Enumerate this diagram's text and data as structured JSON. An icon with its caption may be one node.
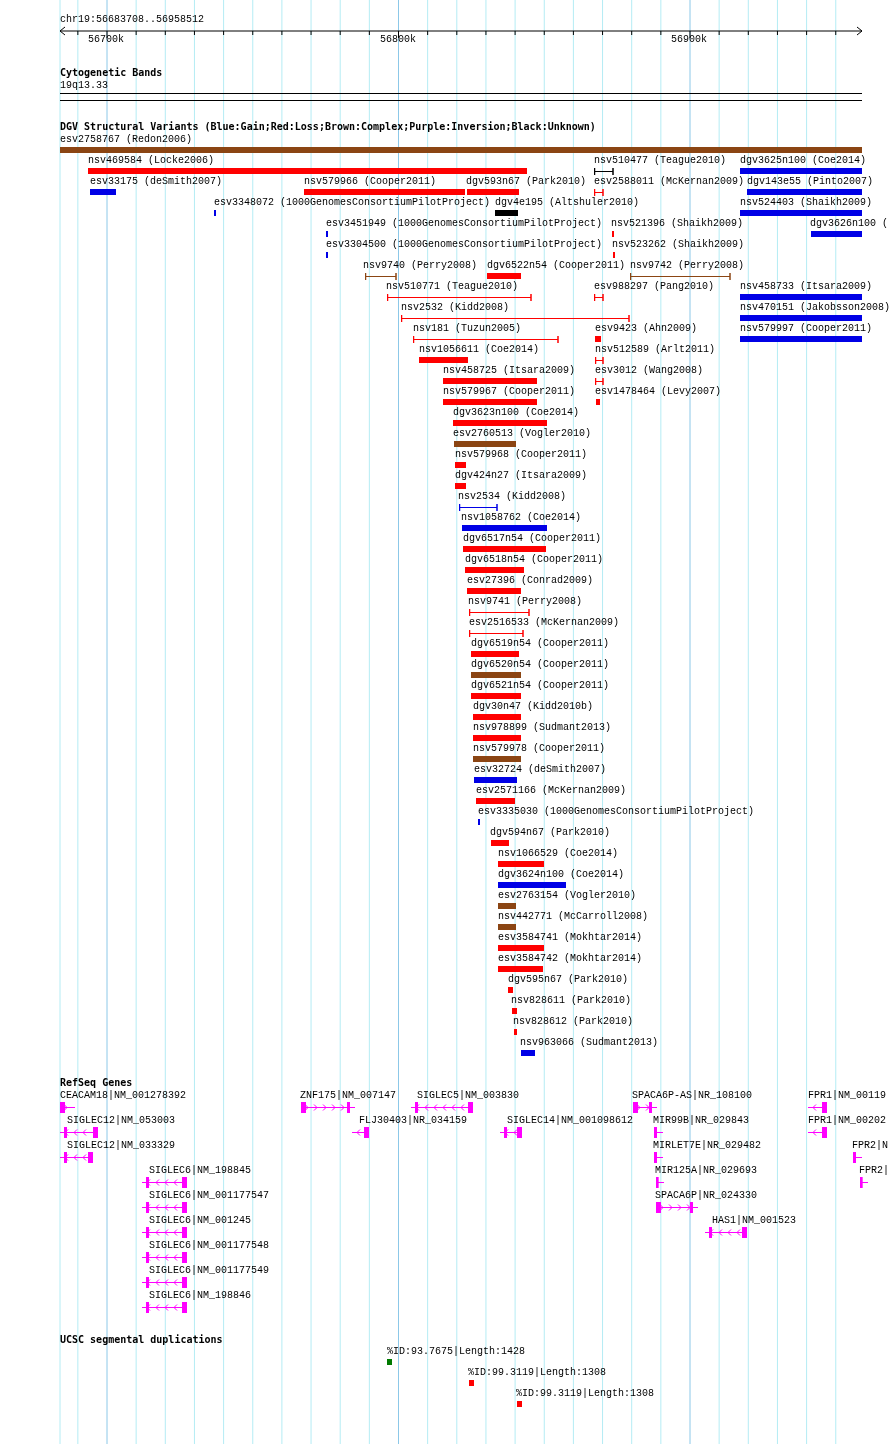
{
  "diagram": {
    "labels": [
      "chr19:56683708..56958512",
      "56700k",
      "56800k",
      "56900k",
      "Cytogenetic Bands",
      "19q13.33",
      "DGV Structural Variants (Blue:Gain;Red:Loss;Brown:Complex;Purple:Inversion;Black:Unknown)",
      "esv2758767 (Redon2006)",
      "nsv469584 (Locke2006)",
      "nsv510477 (Teague2010)",
      "dgv3625n100 (Coe2014)",
      "esv33175 (deSmith2007)",
      "nsv579966 (Cooper2011)",
      "dgv593n67 (Park2010)",
      "esv2588011 (McKernan2009)",
      "dgv143e55 (Pinto2007)",
      "esv3348072 (1000GenomesConsortiumPilotProject)",
      "dgv4e195 (Altshuler2010)",
      "nsv524403 (Shaikh2009)",
      "esv3451949 (1000GenomesConsortiumPilotProject)",
      "nsv521396 (Shaikh2009)",
      "dgv3626n100 (",
      "esv3304500 (1000GenomesConsortiumPilotProject)",
      "nsv523262 (Shaikh2009)",
      "nsv9740 (Perry2008)",
      "dgv6522n54 (Cooper2011)",
      "nsv9742 (Perry2008)",
      "nsv510771 (Teague2010)",
      "esv988297 (Pang2010)",
      "nsv458733 (Itsara2009)",
      "nsv2532 (Kidd2008)",
      "nsv470151 (Jakobsson2008)",
      "nsv181 (Tuzun2005)",
      "esv9423 (Ahn2009)",
      "nsv579997 (Cooper2011)",
      "nsv1056611 (Coe2014)",
      "nsv512589 (Arlt2011)",
      "nsv458725 (Itsara2009)",
      "esv3012 (Wang2008)",
      "nsv579967 (Cooper2011)",
      "esv1478464 (Levy2007)",
      "dgv3623n100 (Coe2014)",
      "esv2760513 (Vogler2010)",
      "nsv579968 (Cooper2011)",
      "dgv424n27 (Itsara2009)",
      "nsv2534 (Kidd2008)",
      "nsv1058762 (Coe2014)",
      "dgv6517n54 (Cooper2011)",
      "dgv6518n54 (Cooper2011)",
      "esv27396 (Conrad2009)",
      "nsv9741 (Perry2008)",
      "esv2516533 (McKernan2009)",
      "dgv6519n54 (Cooper2011)",
      "dgv6520n54 (Cooper2011)",
      "dgv6521n54 (Cooper2011)",
      "dgv30n47 (Kidd2010b)",
      "nsv978899 (Sudmant2013)",
      "nsv579978 (Cooper2011)",
      "esv32724 (deSmith2007)",
      "esv2571166 (McKernan2009)",
      "esv3335030 (1000GenomesConsortiumPilotProject)",
      "dgv594n67 (Park2010)",
      "nsv1066529 (Coe2014)",
      "dgv3624n100 (Coe2014)",
      "esv2763154 (Vogler2010)",
      "nsv442771 (McCarroll2008)",
      "esv3584741 (Mokhtar2014)",
      "esv3584742 (Mokhtar2014)",
      "dgv595n67 (Park2010)",
      "nsv828611 (Park2010)",
      "nsv828612 (Park2010)",
      "nsv963066 (Sudmant2013)",
      "RefSeq Genes",
      "CEACAM18|NM_001278392",
      "ZNF175|NM_007147",
      "SIGLEC5|NM_003830",
      "SPACA6P-AS|NR_108100",
      "FPR1|NM_00119",
      "SIGLEC12|NM_053003",
      "FLJ30403|NR_034159",
      "SIGLEC14|NM_001098612",
      "MIR99B|NR_029843",
      "FPR1|NM_00202",
      "SIGLEC12|NM_033329",
      "MIRLET7E|NR_029482",
      "FPR2|N",
      "SIGLEC6|NM_198845",
      "MIR125A|NR_029693",
      "FPR2|",
      "SIGLEC6|NM_001177547",
      "SPACA6P|NR_024330",
      "SIGLEC6|NM_001245",
      "HAS1|NM_001523",
      "SIGLEC6|NM_001177548",
      "SIGLEC6|NM_001177549",
      "SIGLEC6|NM_198846",
      "UCSC segmental duplications",
      "%ID:93.7675|Length:1428",
      "%ID:99.3119|Length:1308",
      "%ID:99.3119|Length:1308"
    ]
  }
}
